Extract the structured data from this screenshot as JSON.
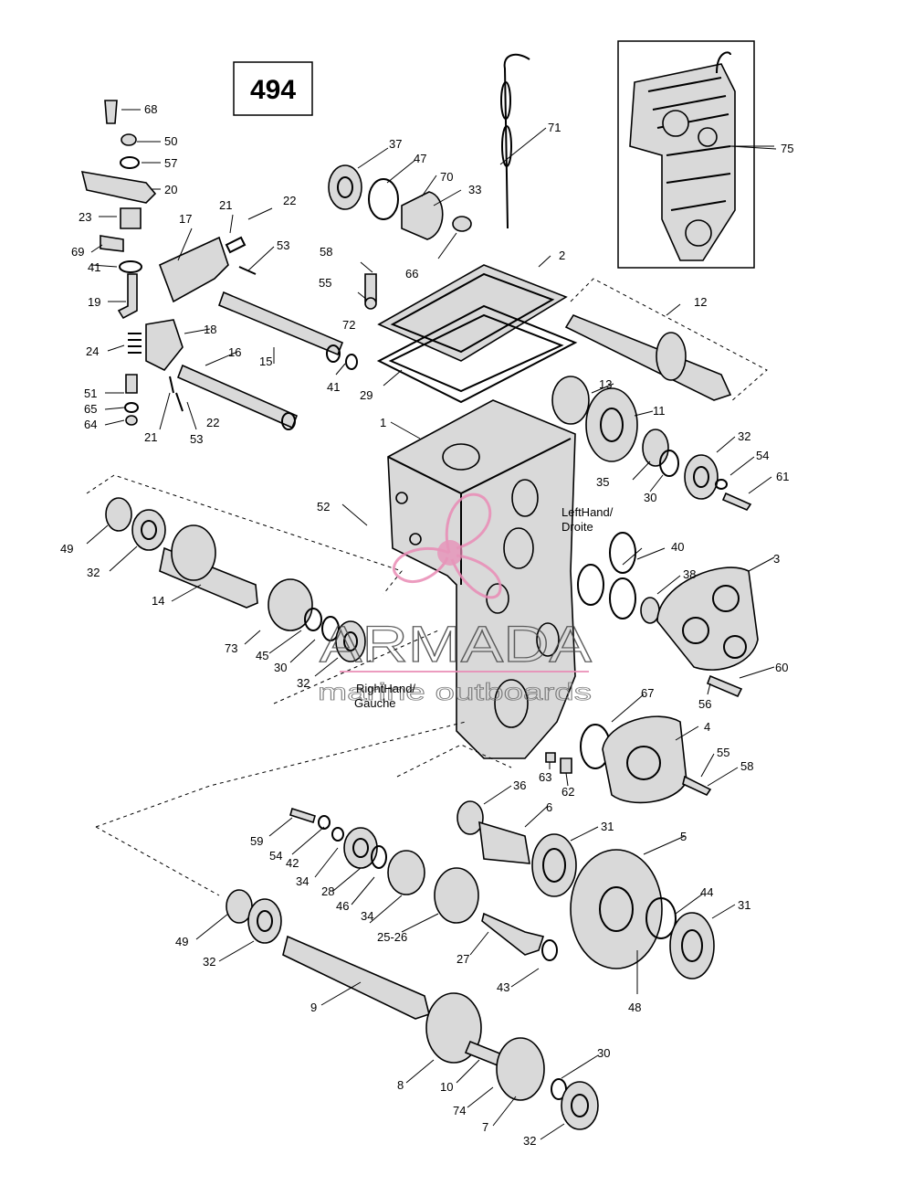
{
  "diagram_number": "494",
  "notes": {
    "left_hand": "LeftHand/",
    "left_hand_fr": "Droite",
    "right_hand": "RightHand/",
    "right_hand_fr": "Gauche"
  },
  "watermark": {
    "brand": "ARMADA",
    "tagline": "marine outboards",
    "logo_color": "#e98bb5"
  },
  "callouts": [
    "68",
    "50",
    "57",
    "20",
    "23",
    "69",
    "41",
    "19",
    "24",
    "51",
    "65",
    "64",
    "17",
    "21",
    "22",
    "53",
    "58",
    "55",
    "72",
    "15",
    "18",
    "16",
    "41",
    "21",
    "53",
    "22",
    "37",
    "47",
    "70",
    "33",
    "66",
    "71",
    "2",
    "29",
    "12",
    "75",
    "1",
    "13",
    "11",
    "35",
    "30",
    "32",
    "54",
    "61",
    "52",
    "49",
    "32",
    "14",
    "73",
    "45",
    "30",
    "32",
    "40",
    "38",
    "3",
    "60",
    "56",
    "67",
    "4",
    "55",
    "58",
    "63",
    "62",
    "36",
    "6",
    "31",
    "5",
    "59",
    "54",
    "42",
    "34",
    "28",
    "46",
    "34",
    "25-26",
    "27",
    "43",
    "44",
    "31",
    "48",
    "49",
    "32",
    "9",
    "8",
    "10",
    "74",
    "7",
    "30",
    "32"
  ]
}
